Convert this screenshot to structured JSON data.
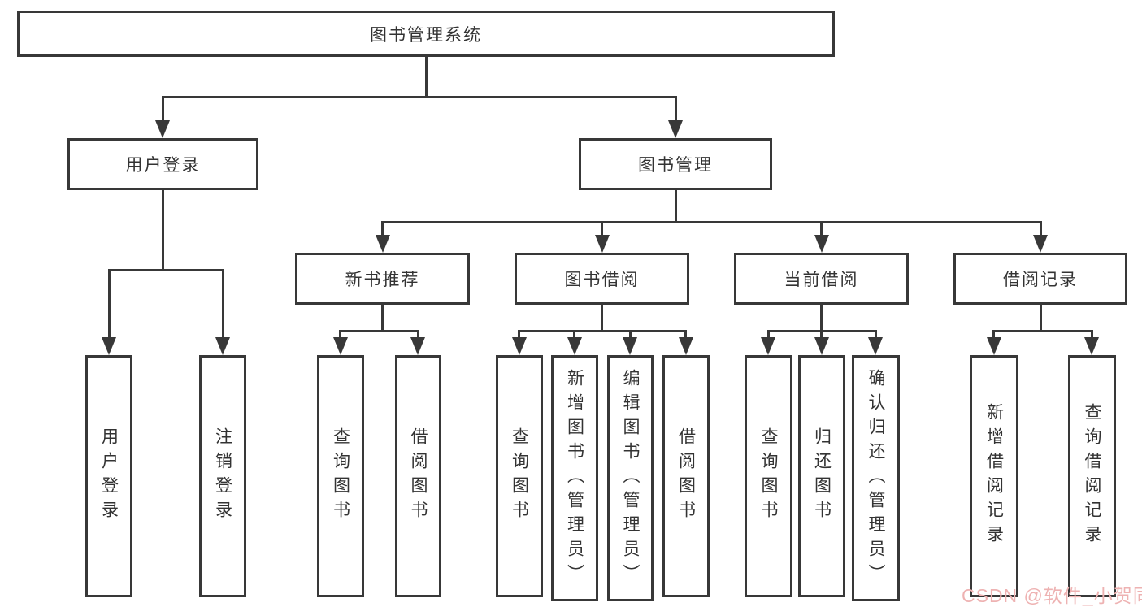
{
  "diagram_type": "hierarchy",
  "tree": {
    "root": {
      "label": "图书管理系统",
      "children": [
        {
          "label": "用户登录",
          "children": [
            {
              "label": "用户登录"
            },
            {
              "label": "注销登录"
            }
          ]
        },
        {
          "label": "图书管理",
          "children": [
            {
              "label": "新书推荐",
              "children": [
                {
                  "label": "查询图书"
                },
                {
                  "label": "借阅图书"
                }
              ]
            },
            {
              "label": "图书借阅",
              "children": [
                {
                  "label": "查询图书"
                },
                {
                  "label": "新增图书（管理员）"
                },
                {
                  "label": "编辑图书（管理员）"
                },
                {
                  "label": "借阅图书"
                }
              ]
            },
            {
              "label": "当前借阅",
              "children": [
                {
                  "label": "查询图书"
                },
                {
                  "label": "归还图书"
                },
                {
                  "label": "确认归还（管理员）"
                }
              ]
            },
            {
              "label": "借阅记录",
              "children": [
                {
                  "label": "新增借阅记录"
                },
                {
                  "label": "查询借阅记录"
                }
              ]
            }
          ]
        }
      ]
    }
  },
  "watermark": {
    "text": "CSDN @软件_小贺同学",
    "color": "#eeb2b2"
  },
  "colors": {
    "background": "#ffffff",
    "box_border": "#383838",
    "connector_line": "#383838",
    "text": "#333333"
  }
}
